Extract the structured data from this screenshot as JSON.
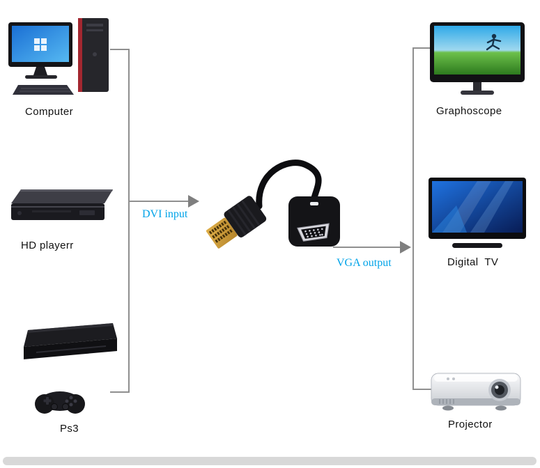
{
  "diagram": {
    "background": "#ffffff",
    "colors": {
      "connector_line": "#8f8f8f",
      "arrow": "#7f7f7f",
      "arrow_label": "#00a3e8",
      "device_label": "#111111"
    },
    "sources": [
      {
        "name": "computer",
        "label": "Computer"
      },
      {
        "name": "hd-player",
        "label": "HD playerr"
      },
      {
        "name": "ps3",
        "label": "Ps3"
      }
    ],
    "adapter": {
      "name": "dvi-to-vga-adapter"
    },
    "connections": {
      "input_label": "DVI input",
      "output_label": "VGA output"
    },
    "outputs": [
      {
        "name": "graphoscope",
        "label": "Graphoscope"
      },
      {
        "name": "digital-tv",
        "label": "Digital  TV"
      },
      {
        "name": "projector",
        "label": "Projector"
      }
    ]
  }
}
